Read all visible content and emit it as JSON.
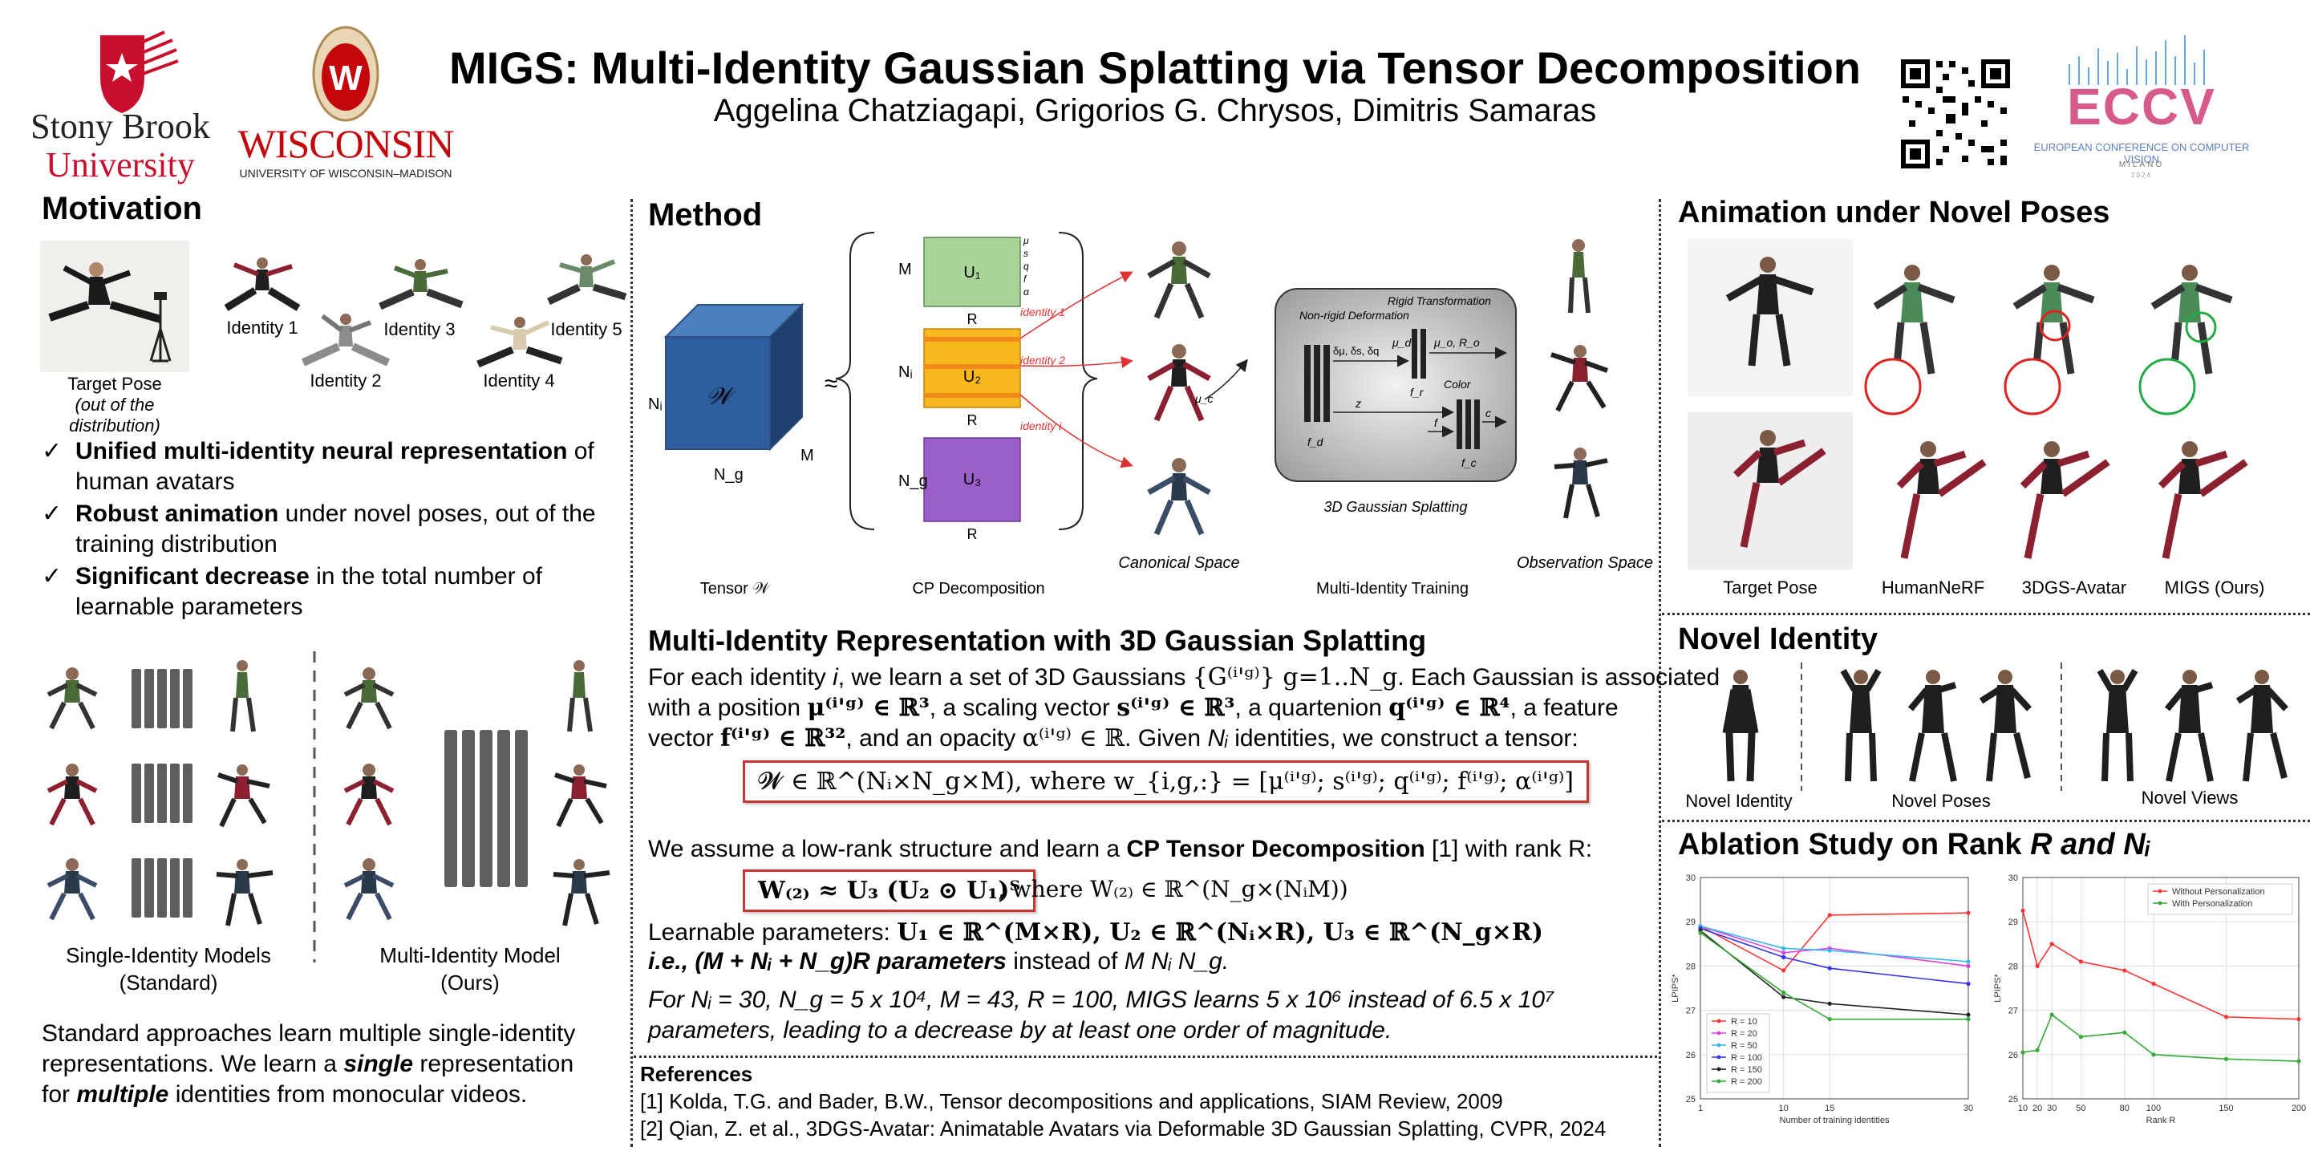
{
  "header": {
    "title": "MIGS: Multi-Identity Gaussian Splatting via Tensor Decomposition",
    "authors": "Aggelina Chatziagapi, Grigorios G. Chrysos, Dimitris Samaras",
    "logo_sbu_line1": "Stony Brook",
    "logo_sbu_line2": "University",
    "logo_wisc_main": "WISCONSIN",
    "logo_wisc_sub": "UNIVERSITY OF WISCONSIN–MADISON",
    "logo_eccv_main": "ECCV",
    "logo_eccv_sub": "EUROPEAN CONFERENCE ON COMPUTER VISION",
    "logo_eccv_city": "MILANO",
    "logo_eccv_year": "2024"
  },
  "motivation": {
    "title": "Motivation",
    "target_pose_label": "Target Pose",
    "target_pose_note": "(out of the distribution)",
    "identity_labels": [
      "Identity 1",
      "Identity 2",
      "Identity 3",
      "Identity 4",
      "Identity 5"
    ],
    "bullets": [
      {
        "bold": "Unified multi-identity neural representation",
        "rest": " of human avatars"
      },
      {
        "bold": "Robust animation",
        "rest": " under novel poses, out of the training distribution"
      },
      {
        "bold": "Significant decrease",
        "rest": " in the total number of learnable parameters"
      }
    ],
    "single_label_1": "Single-Identity Models",
    "single_label_2": "(Standard)",
    "multi_label_1": "Multi-Identity Model",
    "multi_label_2": "(Ours)",
    "closing_1": "Standard approaches learn multiple single-identity",
    "closing_2a": "representations. We learn a ",
    "closing_2b": "single",
    "closing_2c": " representation",
    "closing_3a": "for ",
    "closing_3b": "multiple",
    "closing_3c": " identities from monocular videos."
  },
  "method": {
    "title": "Method",
    "tensor_symbol": "𝒲",
    "dim_ni": "Nᵢ",
    "dim_ng": "N_g",
    "dim_m": "M",
    "approx": "≈",
    "u1": "U₁",
    "u2": "U₂",
    "u3": "U₃",
    "row_m": "M",
    "row_ni": "Nᵢ",
    "row_ng": "N_g",
    "col_r": "R",
    "params": [
      "μ",
      "s",
      "q",
      "f",
      "α"
    ],
    "identity_1": "identity 1",
    "identity_2": "identity 2",
    "identity_i": "identity i",
    "non_rigid": "Non-rigid Deformation",
    "rigid": "Rigid Transformation",
    "color": "Color",
    "delta_params": "δμ, δs, δq",
    "mu_d": "μ_d",
    "mu_o_r_o": "μ_o, R_o",
    "mu_c": "μ_c",
    "z": "z",
    "f": "f",
    "c": "c",
    "f_d": "f_d",
    "f_r": "f_r",
    "f_c": "f_c",
    "gs_label": "3D Gaussian Splatting",
    "canonical_space": "Canonical Space",
    "observation_space": "Observation Space",
    "tensor_label": "Tensor 𝒲",
    "cp_label": "CP Decomposition",
    "mit_label": "Multi-Identity Training"
  },
  "representation": {
    "title": "Multi-Identity Representation with 3D Gaussian Splatting",
    "p1_l1a": "For each identity ",
    "p1_l1b": "i",
    "p1_l1c": ", we learn a set of 3D Gaussians ",
    "p1_l1_math": "{G⁽ⁱ'ᵍ⁾} g=1..N_g",
    "p1_l1d": ". Each Gaussian is associated",
    "p1_l2a": "with a position ",
    "p1_l2_m1": "μ⁽ⁱ'ᵍ⁾ ∈ ℝ³",
    "p1_l2b": ", a scaling vector ",
    "p1_l2_m2": "s⁽ⁱ'ᵍ⁾ ∈ ℝ³",
    "p1_l2c": ", a quartenion ",
    "p1_l2_m3": "q⁽ⁱ'ᵍ⁾ ∈ ℝ⁴",
    "p1_l2d": ", a feature",
    "p1_l3a": "vector ",
    "p1_l3_m1": "f⁽ⁱ'ᵍ⁾ ∈ ℝ³²",
    "p1_l3b": ", and an opacity ",
    "p1_l3_m2": "α⁽ⁱ'ᵍ⁾ ∈ ℝ",
    "p1_l3c": ". Given ",
    "p1_l3d": "Nᵢ",
    "p1_l3e": " identities, we construct a tensor:",
    "eq1": "𝓦 ∈ ℝ^(Nᵢ×N_g×M), where w_{i,g,:} = [μ⁽ⁱ'ᵍ⁾; s⁽ⁱ'ᵍ⁾; q⁽ⁱ'ᵍ⁾; f⁽ⁱ'ᵍ⁾; α⁽ⁱ'ᵍ⁾]",
    "p2a": "We assume a low-rank structure and learn a ",
    "p2b": "CP Tensor Decomposition",
    "p2c": " [1] with rank R:",
    "eq2": "W₍₂₎ ≈ U₃ (U₂ ⊙ U₁)ᵀ",
    "eq2_where": ",    where   W₍₂₎ ∈ ℝ^(N_g×(NᵢM))",
    "p3a": "Learnable parameters:   ",
    "p3_math": "U₁ ∈ ℝ^(M×R), U₂ ∈ ℝ^(Nᵢ×R), U₃ ∈ ℝ^(N_g×R)",
    "p4a": "i.e., (M + Nᵢ + N_g)R parameters",
    "p4b": " instead of ",
    "p4c": "M Nᵢ N_g.",
    "p5_l1": "For Nᵢ = 30, N_g = 5 x 10⁴, M = 43, R = 100, MIGS learns 5 x 10⁶ instead of 6.5 x 10⁷",
    "p5_l2": "parameters, leading to a decrease by at least one order of magnitude."
  },
  "references": {
    "title": "References",
    "items": [
      "[1] Kolda, T.G. and Bader, B.W., Tensor decompositions and applications, SIAM Review, 2009",
      "[2] Qian, Z. et al., 3DGS-Avatar: Animatable Avatars via Deformable 3D Gaussian Splatting, CVPR, 2024"
    ]
  },
  "animation": {
    "title": "Animation under Novel Poses",
    "labels": [
      "Target Pose",
      "HumanNeRF",
      "3DGS-Avatar",
      "MIGS (Ours)"
    ]
  },
  "novel_identity": {
    "title": "Novel Identity",
    "labels": [
      "Novel Identity",
      "Novel Poses",
      "Novel Views"
    ]
  },
  "ablation": {
    "title_a": "Ablation Study on Rank ",
    "title_b": "R and Nᵢ"
  },
  "chart_data": [
    {
      "type": "line",
      "title": "",
      "xlabel": "Number of training identities",
      "ylabel": "LPIPS*",
      "x": [
        1,
        10,
        15,
        30
      ],
      "xticks": [
        1,
        10,
        15,
        30
      ],
      "ylim": [
        25,
        30
      ],
      "yticks": [
        25,
        26,
        27,
        28,
        29,
        30
      ],
      "grid": true,
      "legend": "bottom-left",
      "series": [
        {
          "name": "R = 10",
          "color": "#ff3333",
          "values": [
            28.9,
            27.9,
            29.15,
            29.2
          ]
        },
        {
          "name": "R = 20",
          "color": "#e040e0",
          "values": [
            28.9,
            28.3,
            28.4,
            28.0
          ]
        },
        {
          "name": "R = 50",
          "color": "#33b8f0",
          "values": [
            28.9,
            28.4,
            28.35,
            28.1
          ]
        },
        {
          "name": "R = 100",
          "color": "#3333ee",
          "values": [
            28.85,
            28.2,
            27.95,
            27.6
          ]
        },
        {
          "name": "R = 150",
          "color": "#222222",
          "values": [
            28.8,
            27.3,
            27.15,
            26.9
          ]
        },
        {
          "name": "R = 200",
          "color": "#33aa33",
          "values": [
            28.75,
            27.4,
            26.8,
            26.8
          ]
        }
      ]
    },
    {
      "type": "line",
      "title": "",
      "xlabel": "Rank R",
      "ylabel": "LPIPS*",
      "x": [
        10,
        20,
        30,
        50,
        80,
        100,
        150,
        200
      ],
      "xticks": [
        10,
        20,
        30,
        50,
        80,
        100,
        150,
        200
      ],
      "ylim": [
        25,
        30
      ],
      "yticks": [
        25,
        26,
        27,
        28,
        29,
        30
      ],
      "grid": true,
      "legend": "top-right",
      "series": [
        {
          "name": "Without Personalization",
          "color": "#ff3333",
          "values": [
            29.25,
            28.0,
            28.5,
            28.1,
            27.9,
            27.6,
            26.85,
            26.8
          ]
        },
        {
          "name": "With Personalization",
          "color": "#33aa33",
          "values": [
            26.05,
            26.1,
            26.9,
            26.4,
            26.5,
            26.0,
            25.9,
            25.85
          ]
        }
      ]
    }
  ]
}
